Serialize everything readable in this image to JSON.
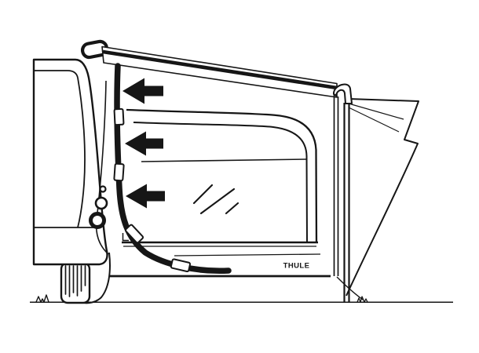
{
  "figure": {
    "title": "Awning fastening strap attachment illustration",
    "description": "Black-and-white line drawing: a Thule awning tent wall attached to a campervan cab. A dark fastening strap with sliding clips runs down the cab edge and curves along the tent skirt. Three solid arrows point at the strap attachment line. A corner pole with a storm flap supports the awning at the right; ground line with grass tufts below.",
    "background_color": "#ffffff",
    "line_color": "#161616"
  },
  "brand": {
    "label": "THULE"
  },
  "annotations": {
    "arrow_count": 3,
    "arrows": [
      {
        "id": "attachment-arrow-top",
        "direction": "left",
        "target": "fastening strap, upper section"
      },
      {
        "id": "attachment-arrow-middle",
        "direction": "left",
        "target": "fastening strap, middle section"
      },
      {
        "id": "attachment-arrow-bottom",
        "direction": "left",
        "target": "fastening strap, lower section"
      }
    ],
    "strap_clip_count": 4
  }
}
